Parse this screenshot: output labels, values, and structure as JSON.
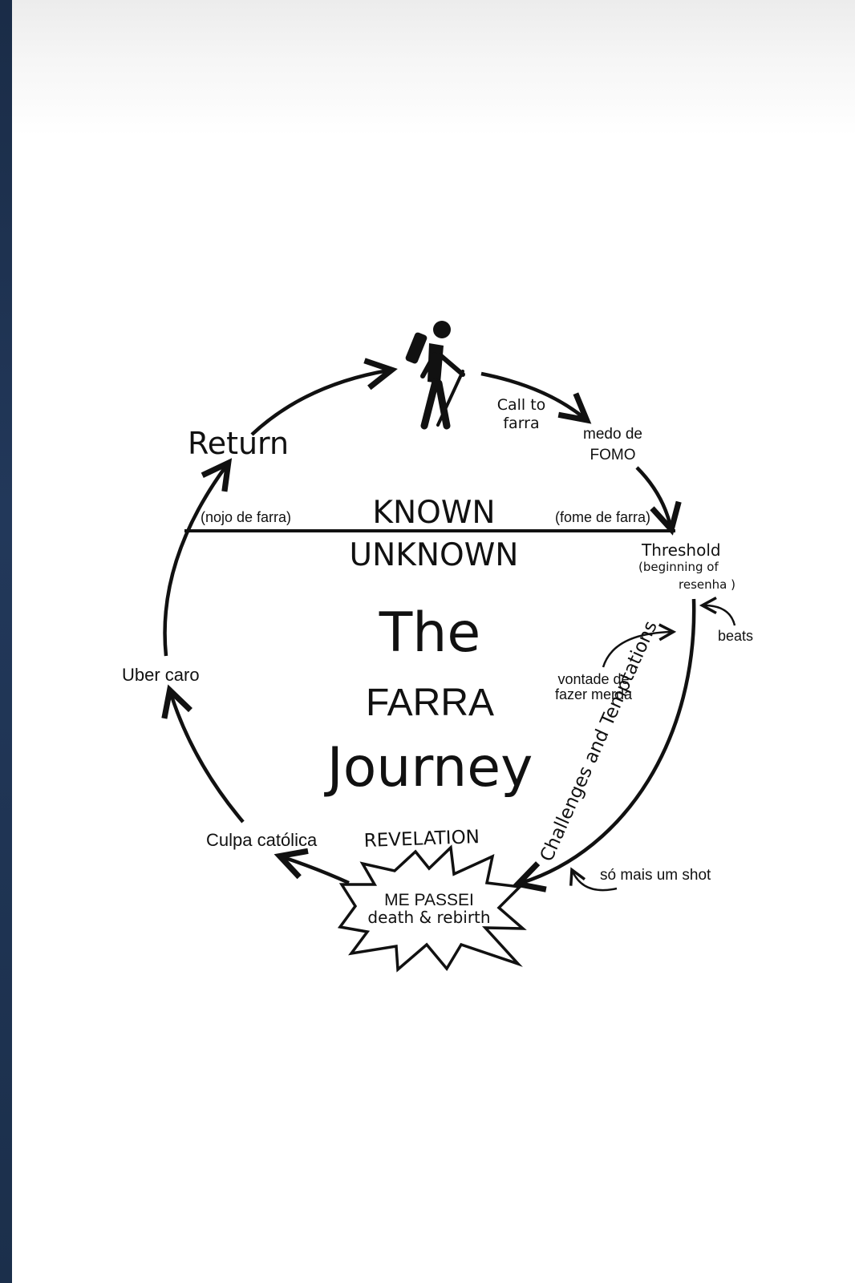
{
  "title": {
    "line1": "The",
    "line2": "FARRA",
    "line3": "Journey"
  },
  "divider": {
    "known": "KNOWN",
    "unknown": "UNKNOWN"
  },
  "stages": {
    "return": "Return",
    "nojo": "(nojo de farra)",
    "call_to": "Call to",
    "farra": "farra",
    "medo_de": "medo de",
    "fomo": "FOMO",
    "fome": "(fome de farra)",
    "threshold": "Threshold",
    "beginning_of": "(beginning of",
    "resenha": "resenha )",
    "beats": "beats",
    "vontade_de": "vontade de",
    "fazer_merda": "fazer merda",
    "challenges": "Challenges and Temptations",
    "so_mais_um_shot": "só mais um shot",
    "revelation": "REVELATION",
    "me_passei": "ME PASSEI",
    "death_rebirth": "death & rebirth",
    "culpa": "Culpa católica",
    "uber": "Uber caro"
  },
  "icons": {
    "hero": "hiker-icon",
    "explosion": "starburst-shape"
  },
  "colors": {
    "ink": "#111111",
    "background": "#ffffff"
  }
}
